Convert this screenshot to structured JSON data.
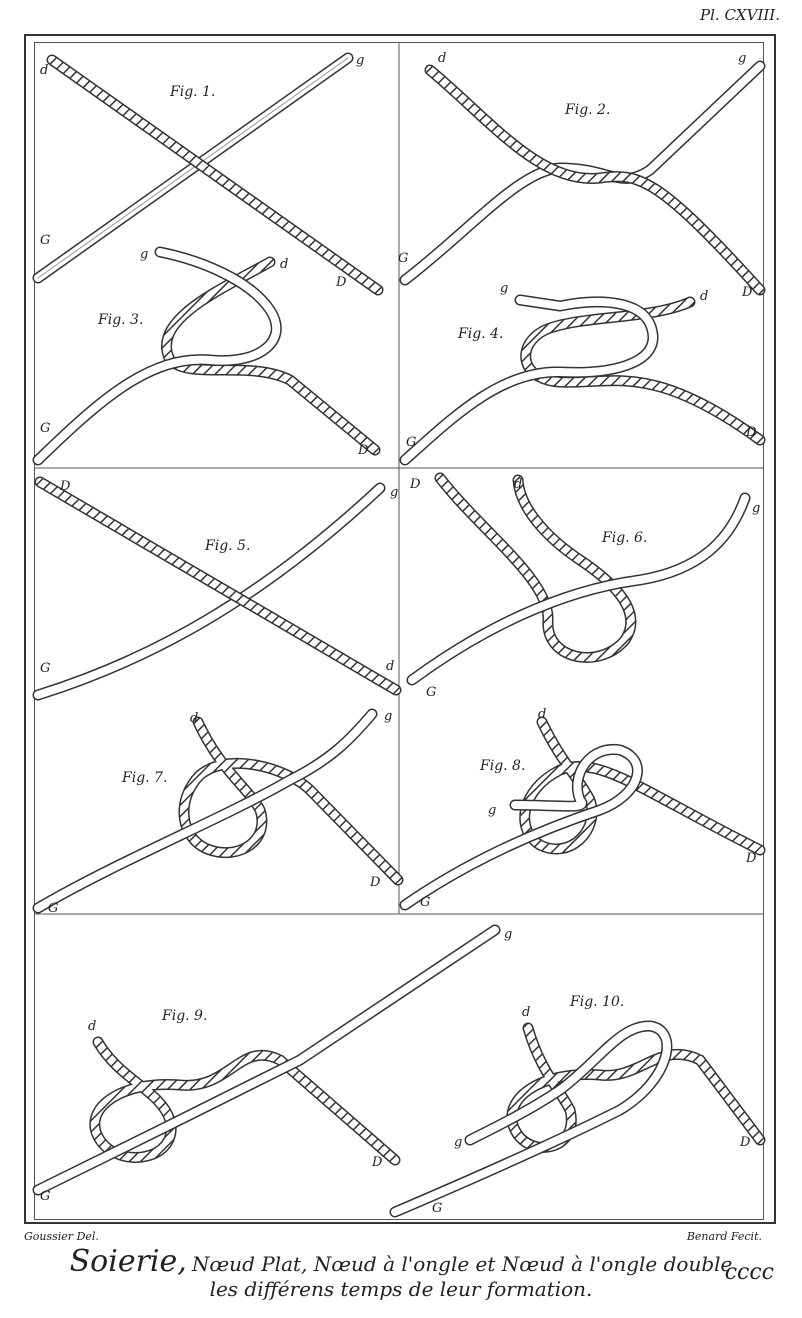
{
  "plate_number": "Pl. CXVIII.",
  "figures": [
    {
      "label": "Fig. 1.",
      "ends": [
        "d",
        "g",
        "G",
        "D"
      ]
    },
    {
      "label": "Fig. 2.",
      "ends": [
        "d",
        "g",
        "G",
        "D"
      ]
    },
    {
      "label": "Fig. 3.",
      "ends": [
        "g",
        "d",
        "G",
        "D"
      ]
    },
    {
      "label": "Fig. 4.",
      "ends": [
        "g",
        "d",
        "G",
        "D"
      ]
    },
    {
      "label": "Fig. 5.",
      "ends": [
        "D",
        "g",
        "G",
        "d"
      ]
    },
    {
      "label": "Fig. 6.",
      "ends": [
        "D",
        "d",
        "g",
        "G"
      ]
    },
    {
      "label": "Fig. 7.",
      "ends": [
        "d",
        "g",
        "G",
        "D"
      ]
    },
    {
      "label": "Fig. 8.",
      "ends": [
        "d",
        "g",
        "G",
        "D"
      ]
    },
    {
      "label": "Fig. 9.",
      "ends": [
        "g",
        "d",
        "G",
        "D"
      ]
    },
    {
      "label": "Fig. 10.",
      "ends": [
        "d",
        "g",
        "G",
        "D"
      ]
    }
  ],
  "credits": {
    "left": "Goussier Del.",
    "right": "Benard Fecit."
  },
  "caption": {
    "title": "Soierie,",
    "line1": "Nœud Plat, Nœud à l'ongle et Nœud à l'ongle double",
    "line2": "les différens temps de leur formation.",
    "volume": "cccc"
  }
}
